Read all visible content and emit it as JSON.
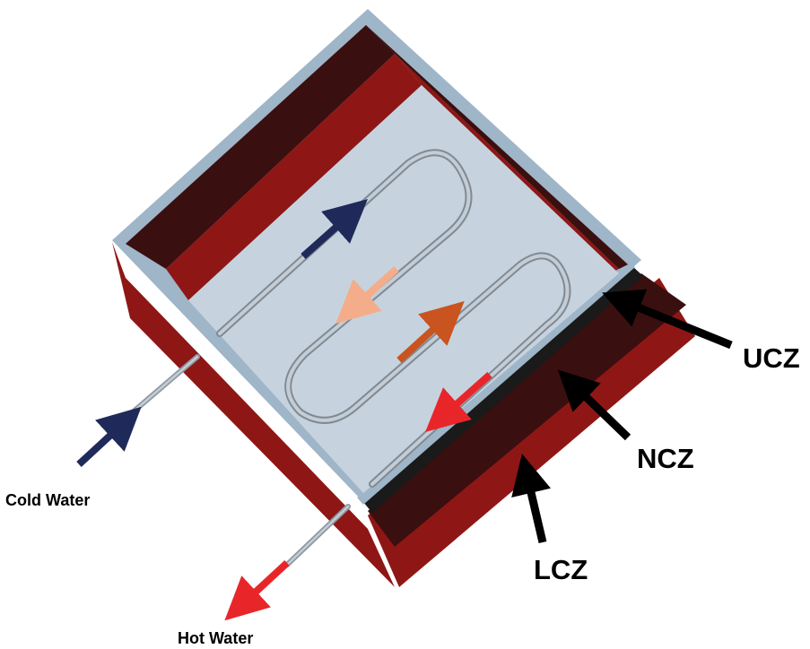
{
  "labels": {
    "ucz": "UCZ",
    "ncz": "NCZ",
    "lcz": "LCZ",
    "cold_water": "Cold Water",
    "hot_water": "Hot Water"
  },
  "colors": {
    "lcz": "#8e1716",
    "ncz": "#3a0f0f",
    "ucz_rim": "#9fb5c8",
    "tray": "#c6d3df",
    "pipe": "#a9b4bf",
    "arrow_navy": "#1f2a5a",
    "arrow_peach": "#f4ad8a",
    "arrow_orange": "#c9541f",
    "arrow_red": "#e8262a",
    "pointer": "#000000"
  }
}
